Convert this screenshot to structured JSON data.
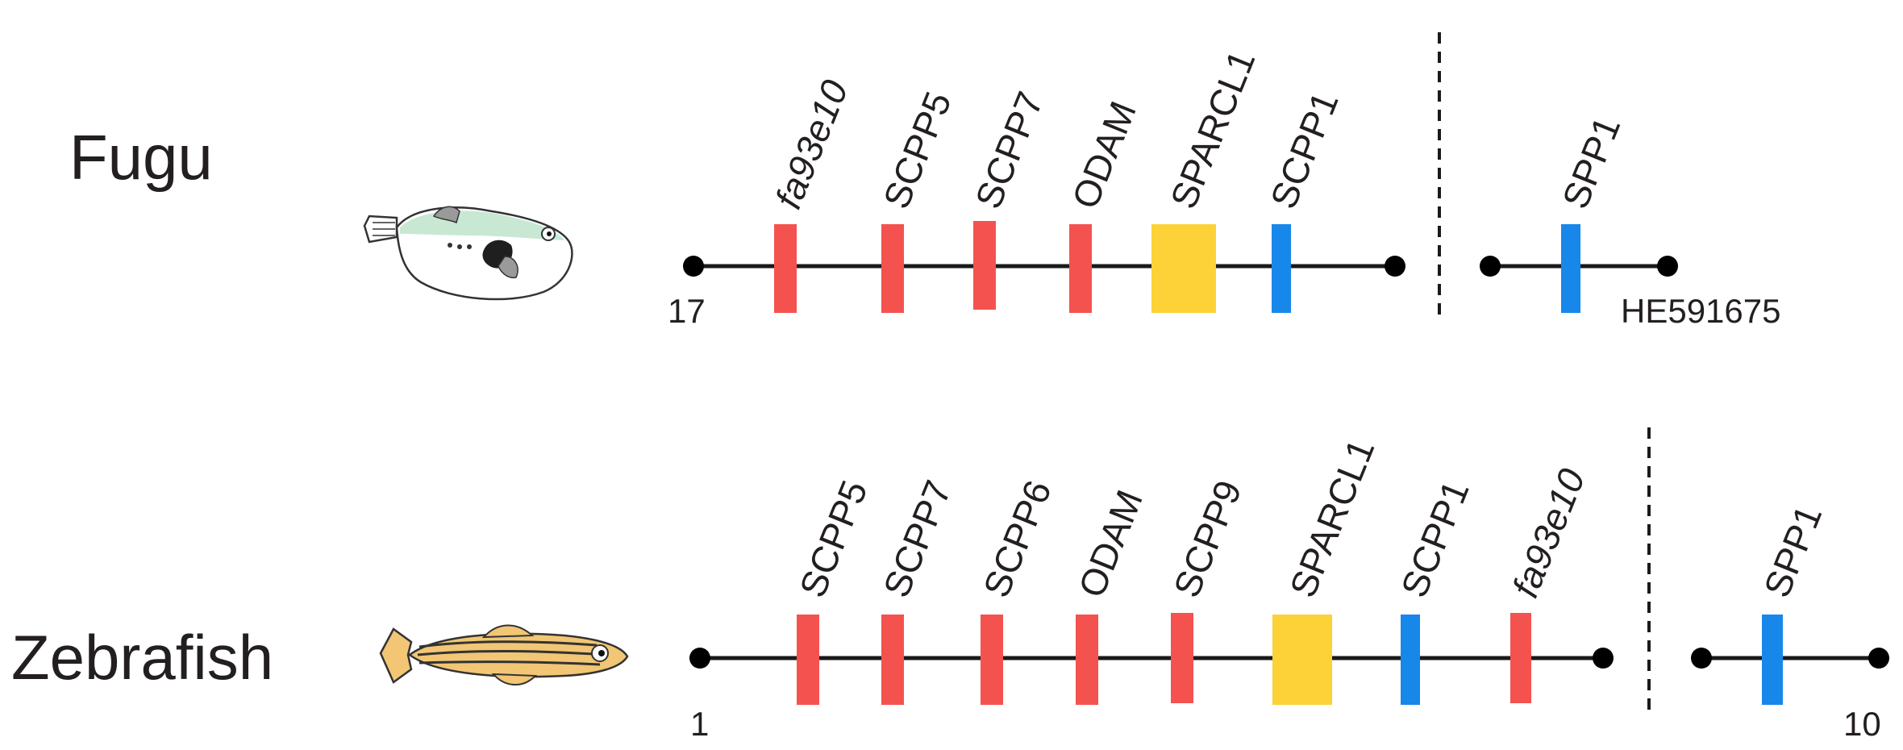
{
  "colors": {
    "scpp_red": "#f4524f",
    "sparcl1_yellow": "#fcd238",
    "blue": "#1887ea",
    "line": "#1a1a1a",
    "text": "#231f20"
  },
  "fugu": {
    "species": "Fugu",
    "icon": "pufferfish-icon",
    "left_end_label": "17",
    "right_end_label": "HE591675",
    "genes": [
      {
        "name": "fa93e10",
        "italic": true,
        "color": "red"
      },
      {
        "name": "SCPP5",
        "italic": false,
        "color": "red"
      },
      {
        "name": "SCPP7",
        "italic": false,
        "color": "red"
      },
      {
        "name": "ODAM",
        "italic": false,
        "color": "red"
      },
      {
        "name": "SPARCL1",
        "italic": false,
        "color": "yellow"
      },
      {
        "name": "SCPP1",
        "italic": false,
        "color": "blue"
      },
      {
        "name": "SPP1",
        "italic": false,
        "color": "blue"
      }
    ]
  },
  "zebrafish": {
    "species": "Zebrafish",
    "icon": "zebrafish-icon",
    "left_end_label": "1",
    "right_end_label": "10",
    "genes": [
      {
        "name": "SCPP5",
        "italic": false,
        "color": "red"
      },
      {
        "name": "SCPP7",
        "italic": false,
        "color": "red"
      },
      {
        "name": "SCPP6",
        "italic": false,
        "color": "red"
      },
      {
        "name": "ODAM",
        "italic": false,
        "color": "red"
      },
      {
        "name": "SCPP9",
        "italic": false,
        "color": "red"
      },
      {
        "name": "SPARCL1",
        "italic": false,
        "color": "yellow"
      },
      {
        "name": "SCPP1",
        "italic": false,
        "color": "blue"
      },
      {
        "name": "fa93e10",
        "italic": true,
        "color": "red"
      },
      {
        "name": "SPP1",
        "italic": false,
        "color": "blue"
      }
    ]
  }
}
